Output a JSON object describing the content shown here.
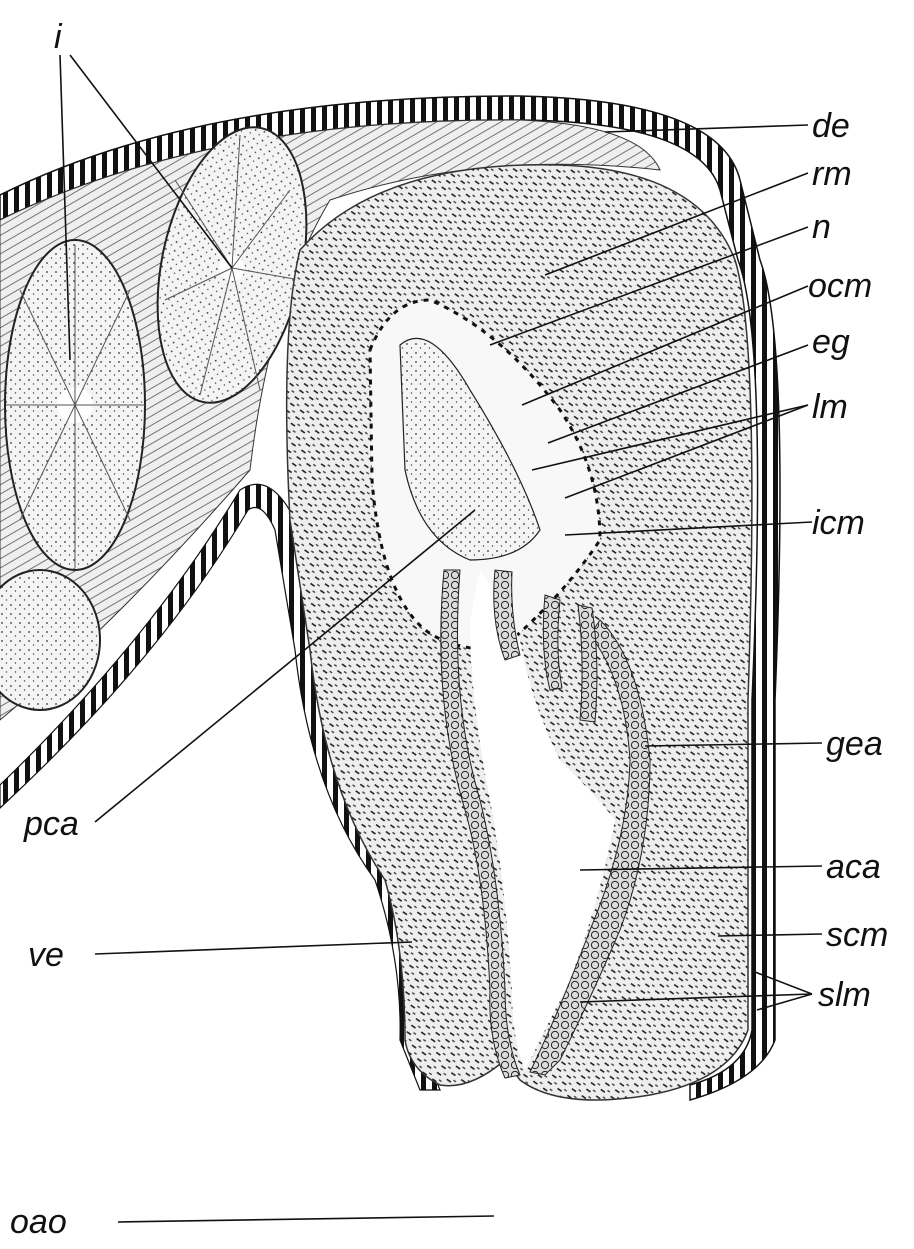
{
  "diagram": {
    "labels": [
      {
        "id": "i",
        "text": "i"
      },
      {
        "id": "de",
        "text": "de"
      },
      {
        "id": "rm",
        "text": "rm"
      },
      {
        "id": "n",
        "text": "n"
      },
      {
        "id": "ocm",
        "text": "ocm"
      },
      {
        "id": "eg",
        "text": "eg"
      },
      {
        "id": "lm",
        "text": "lm"
      },
      {
        "id": "icm",
        "text": "icm"
      },
      {
        "id": "gea",
        "text": "gea"
      },
      {
        "id": "pca",
        "text": "pca"
      },
      {
        "id": "aca",
        "text": "aca"
      },
      {
        "id": "scm",
        "text": "scm"
      },
      {
        "id": "ve",
        "text": "ve"
      },
      {
        "id": "slm",
        "text": "slm"
      },
      {
        "id": "oao",
        "text": "oao"
      }
    ]
  }
}
